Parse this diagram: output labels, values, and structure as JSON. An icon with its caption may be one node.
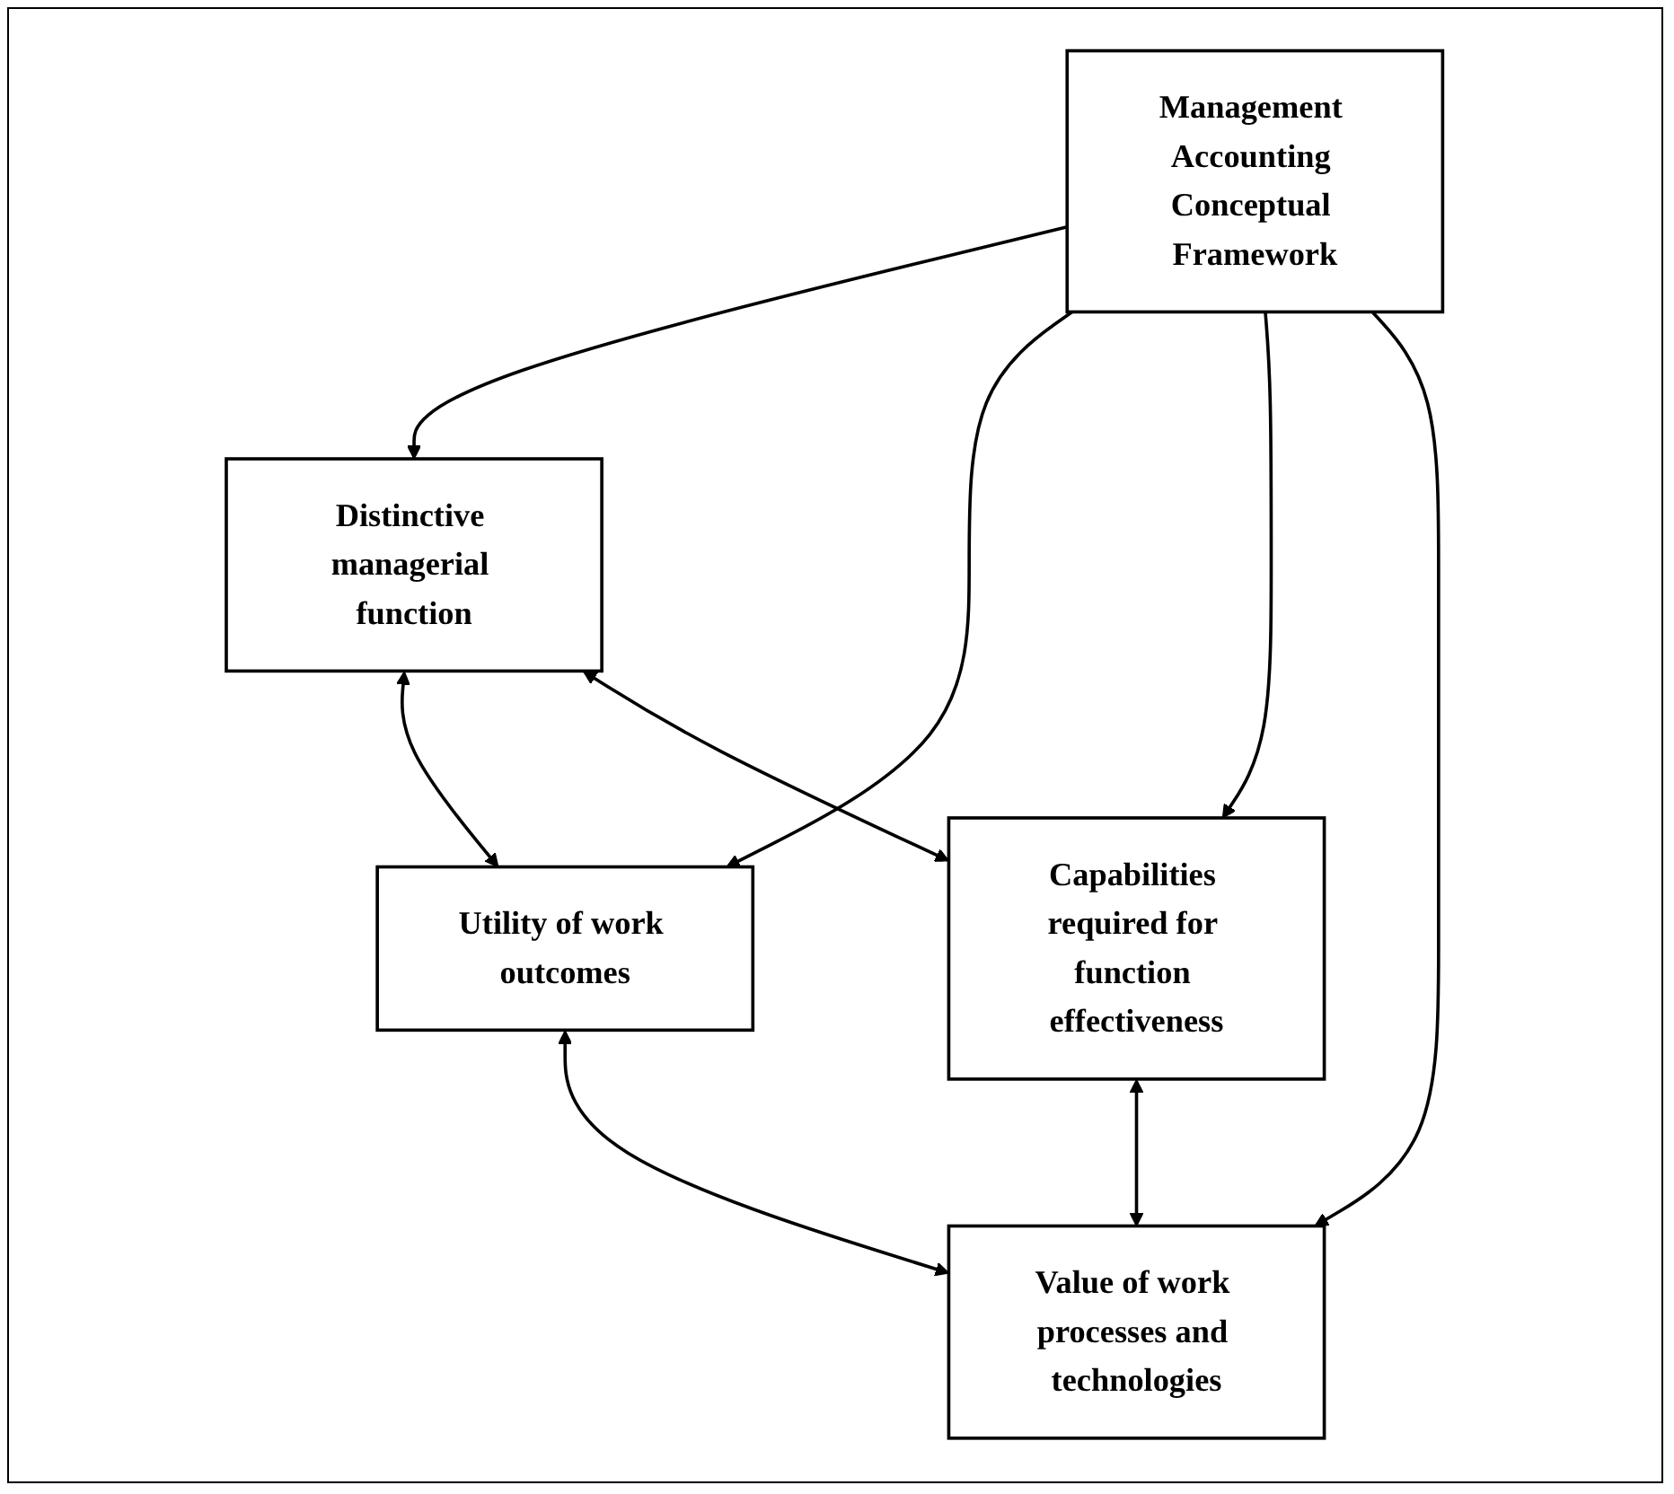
{
  "diagram": {
    "nodes": [
      {
        "text": [
          "Distinctive managerial function"
        ]
      },
      {
        "text": [
          "Utility of work outcomes"
        ]
      },
      {
        "text": [
          "Management Accounting Conceptual Framework"
        ]
      },
      {
        "text": [
          "Capabilities required for function effectiveness"
        ]
      },
      {
        "text": [
          "Value of work processes and technologies"
        ]
      }
    ],
    "edges": [
      {
        "from": 0,
        "to": 1,
        "arrow": "both"
      },
      {
        "from": 2,
        "to": 0,
        "arrow": "to"
      },
      {
        "from": 2,
        "to": 1,
        "arrow": "to"
      },
      {
        "from": 0,
        "to": 3,
        "arrow": "both"
      },
      {
        "from": 1,
        "to": 4,
        "arrow": "both"
      },
      {
        "from": 2,
        "to": 3,
        "arrow": "to"
      },
      {
        "from": 2,
        "to": 4,
        "arrow": "to"
      },
      {
        "from": 3,
        "to": 4,
        "arrow": "both"
      }
    ]
  }
}
